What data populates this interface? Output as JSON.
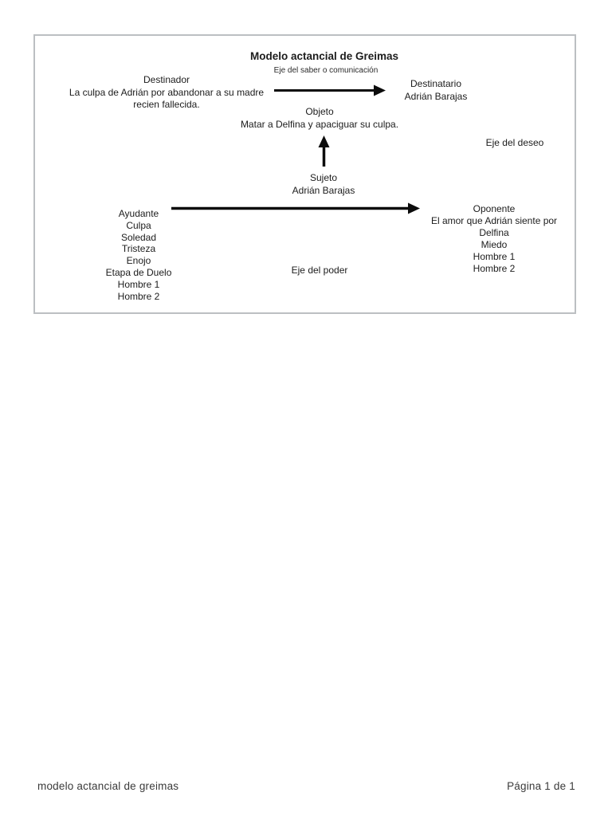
{
  "diagram": {
    "title": "Modelo actancial de Greimas",
    "axes": {
      "saber": "Eje del saber o comunicación",
      "deseo": "Eje del deseo",
      "poder": "Eje del poder"
    },
    "destinador": {
      "label": "Destinador",
      "description": "La culpa de Adrián por abandonar a su madre recien fallecida."
    },
    "destinatario": {
      "label": "Destinatario",
      "description": "Adrián Barajas"
    },
    "objeto": {
      "label": "Objeto",
      "description": "Matar a Delfina y apaciguar su culpa."
    },
    "sujeto": {
      "label": "Sujeto",
      "description": "Adrián Barajas"
    },
    "ayudante": {
      "label": "Ayudante",
      "items": [
        "Culpa",
        "Soledad",
        "Tristeza",
        "Enojo",
        "Etapa de Duelo",
        "Hombre 1",
        "Hombre 2"
      ]
    },
    "oponente": {
      "label": "Oponente",
      "items": [
        "El amor que Adrián siente por Delfina",
        "Miedo",
        "Hombre 1",
        "Hombre 2"
      ]
    },
    "arrows": {
      "saber_axis": "arrow-right from Destinador toward Destinatario",
      "deseo_axis": "arrow-up from Sujeto toward Objeto",
      "poder_axis": "arrow-right from Ayudante toward Oponente"
    },
    "colors": {
      "arrow": "#0c0c0c",
      "text": "#1c1c1c",
      "box_border": "#bcbfc2"
    }
  },
  "footer": {
    "document_title": "modelo actancial de greimas",
    "page_indicator": "Página 1 de 1"
  }
}
